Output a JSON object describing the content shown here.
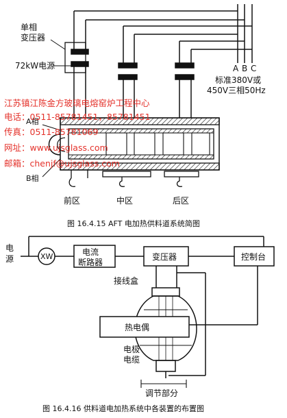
{
  "figure1": {
    "label_transformer": "单相\n变压器",
    "label_power": "72kW电源",
    "phase_labels": [
      "A",
      "B",
      "C"
    ],
    "supply_line1": "标准380V或",
    "supply_line2": "450V三相50Hz",
    "phase_a": "A相",
    "phase_b": "B相",
    "zones": [
      "前区",
      "中区",
      "后区"
    ],
    "caption": "图 16.4.15   AFT 电加热供料道系统简图"
  },
  "watermark": [
    "江苏镇江陈金方玻璃电熔窑炉工程中心",
    "电话：0511-85781451，85781451",
    "传真：0511-85781069",
    "网址：www.ujsglass.com",
    "邮箱：chenjf@ujsglass.com"
  ],
  "figure2": {
    "power_label": "电\n源",
    "xw": "XW",
    "breaker": "电流\n断路器",
    "transformer": "变压器",
    "console": "控制台",
    "junction_box": "接线盒",
    "thermocouple": "热电偶",
    "electrode_cable": "电极\n电缆",
    "adjust": "调节部分",
    "caption": "图 16.4.16   供料道电加热系统中各装置的布置图"
  }
}
